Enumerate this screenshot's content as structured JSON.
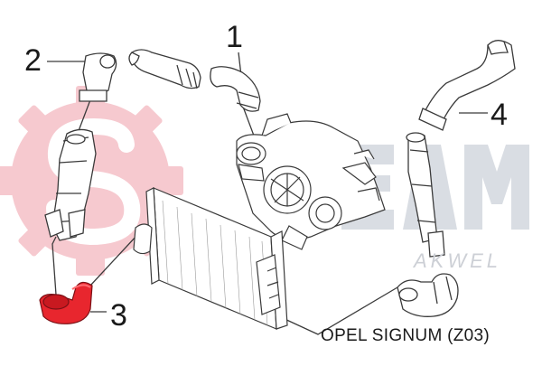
{
  "diagram": {
    "callouts": {
      "c1": "1",
      "c2": "2",
      "c3": "3",
      "c4": "4"
    },
    "model_label": "OPEL SIGNUM (Z03)",
    "watermark": {
      "wordmark": "seam",
      "brand": "AKWEL",
      "gear_color": "#f6c9cf",
      "letter_color": "#d9dde3"
    },
    "highlight_color": "#e8262e",
    "line_color": "#3a3a3a"
  }
}
